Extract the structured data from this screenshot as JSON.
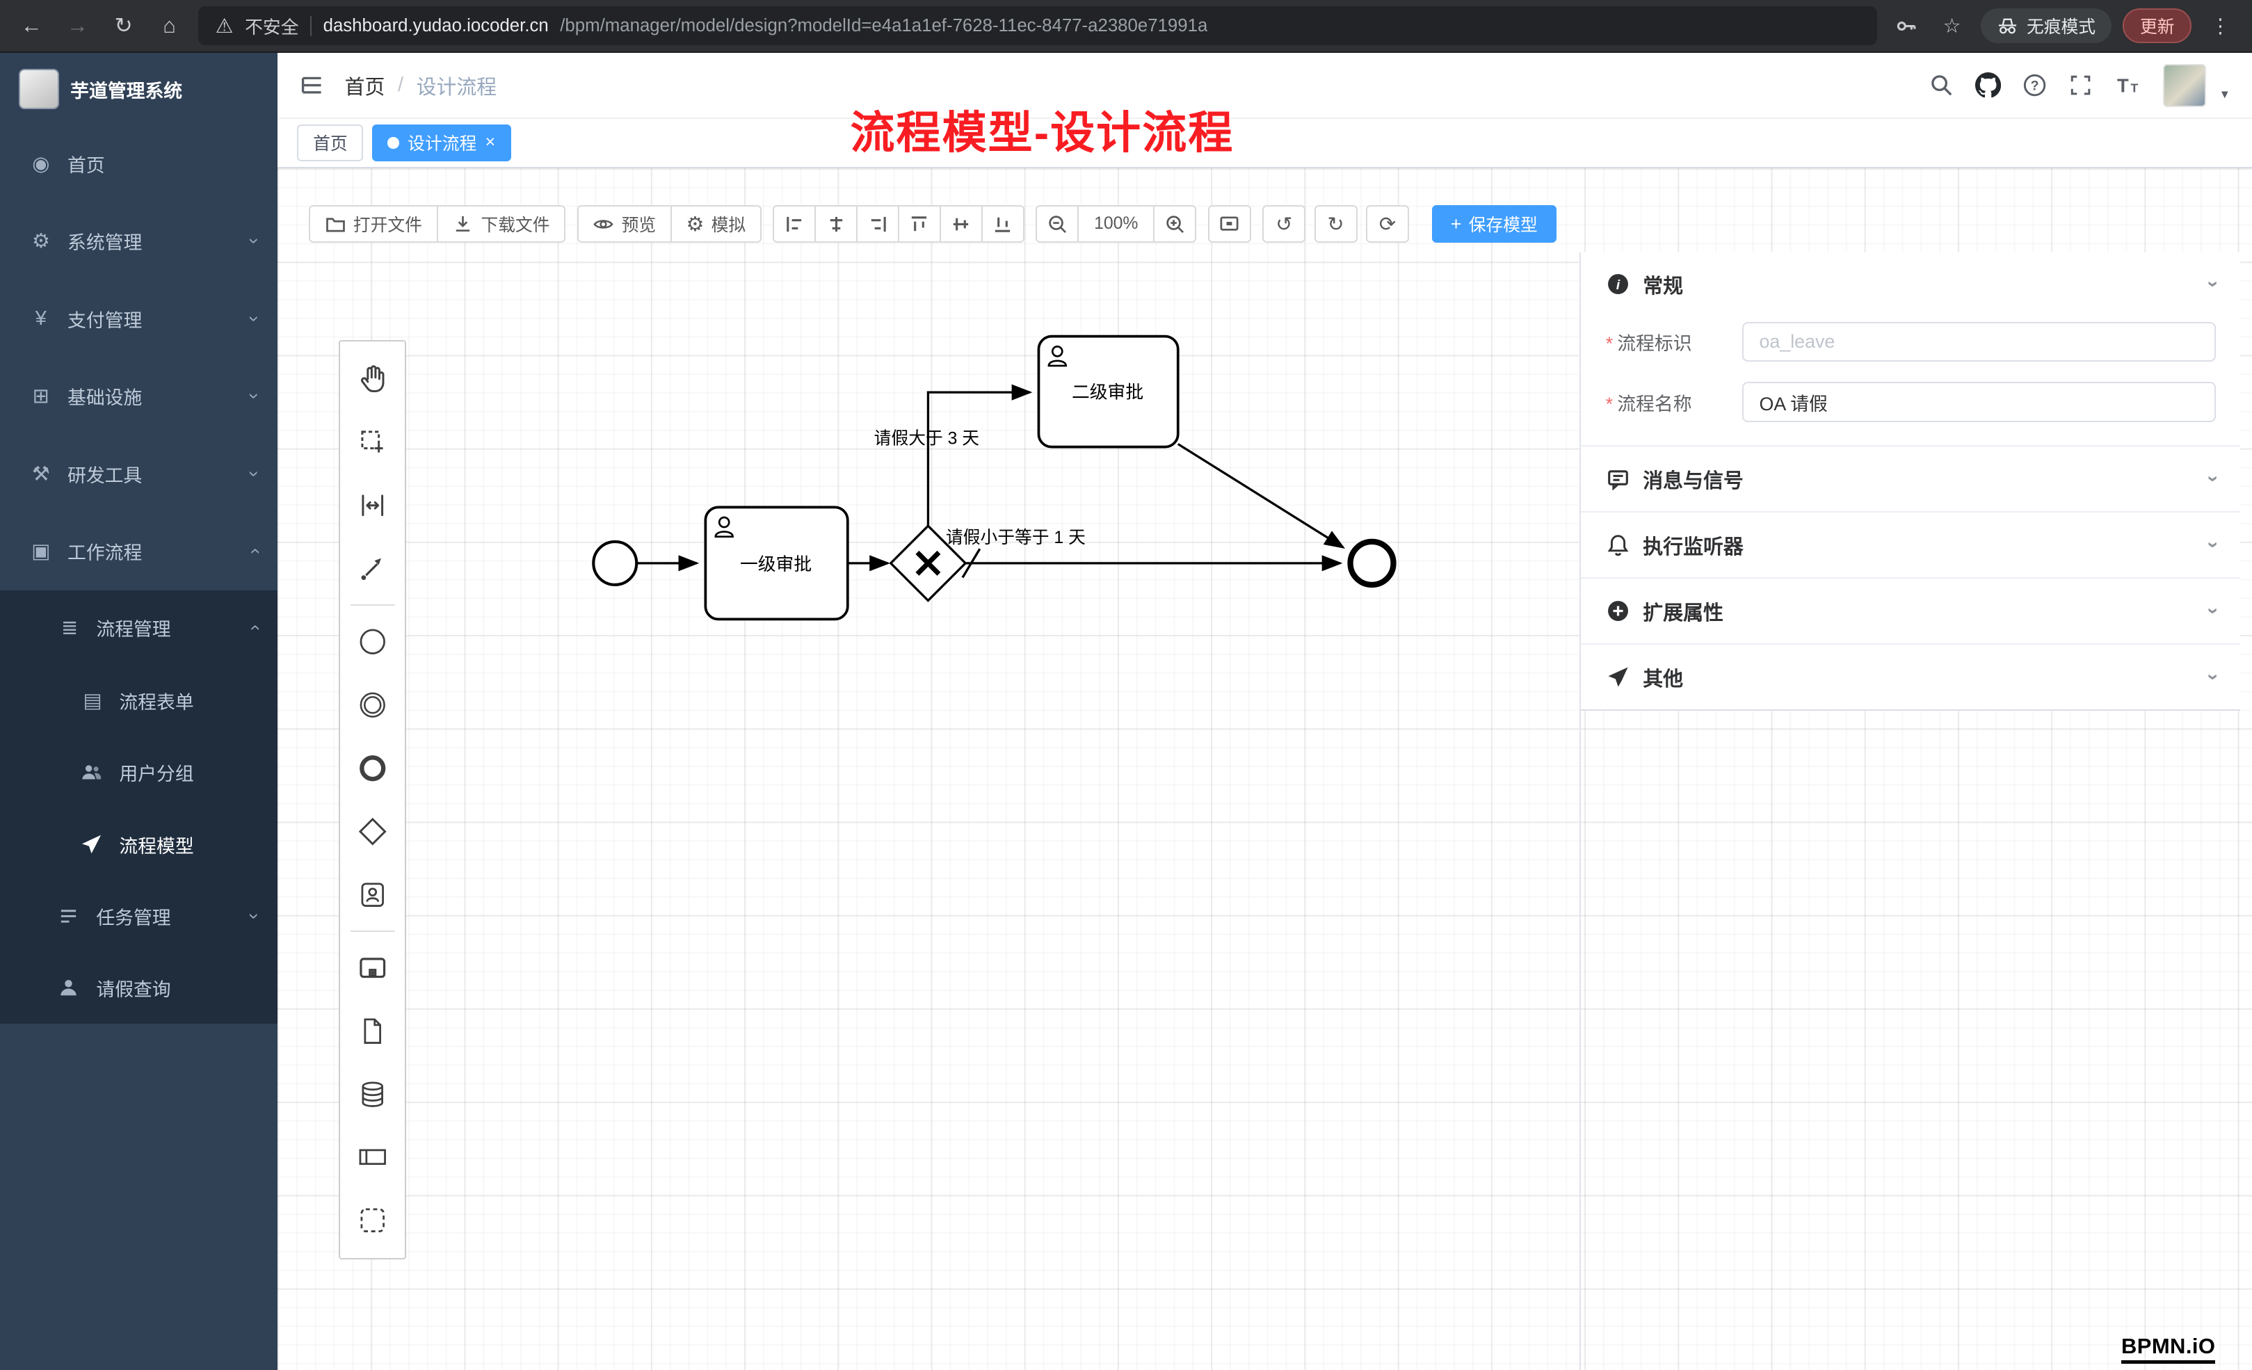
{
  "colors": {
    "accent": "#409eff",
    "sidebar_bg": "#304156",
    "sidebar_sub_bg": "#1f2d3d",
    "annotation": "#f81d22",
    "danger": "#f56c6c"
  },
  "icons": {
    "back": "←",
    "forward": "→",
    "reload": "↻",
    "home": "⌂",
    "warning": "⚠",
    "star": "☆",
    "menu_dots": "⋮",
    "dashboard": "◉",
    "gear": "⚙",
    "yen": "¥",
    "infra": "⊞",
    "tools": "⚒",
    "workflow": "▣",
    "process_mgmt": "≣",
    "form": "▤",
    "undo": "↺",
    "redo": "↻",
    "reset": "⟳",
    "chevron": "›",
    "caret": "▼",
    "close": "×",
    "plus": "+",
    "sim_gear": "⚙"
  },
  "browser": {
    "security_label": "不安全",
    "url_domain": "dashboard.yudao.iocoder.cn",
    "url_path": "/bpm/manager/model/design?modelId=e4a1a1ef-7628-11ec-8477-a2380e71991a",
    "incognito_label": "无痕模式",
    "update_label": "更新"
  },
  "sidebar": {
    "logo_title": "芋道管理系统",
    "items": [
      {
        "label": "首页"
      },
      {
        "label": "系统管理"
      },
      {
        "label": "支付管理"
      },
      {
        "label": "基础设施"
      },
      {
        "label": "研发工具"
      },
      {
        "label": "工作流程"
      }
    ],
    "submenu": {
      "process": {
        "label": "流程管理",
        "children": [
          {
            "label": "流程表单"
          },
          {
            "label": "用户分组"
          },
          {
            "label": "流程模型"
          }
        ]
      },
      "task": {
        "label": "任务管理"
      },
      "leave": {
        "label": "请假查询"
      }
    }
  },
  "header": {
    "breadcrumb_home": "首页",
    "breadcrumb_sep": "/",
    "breadcrumb_current": "设计流程"
  },
  "tabs": [
    {
      "label": "首页"
    },
    {
      "label": "设计流程"
    }
  ],
  "annotation": "流程模型-设计流程",
  "toolbar": {
    "open": "打开文件",
    "download": "下载文件",
    "preview": "预览",
    "simulate": "模拟",
    "zoom": "100%",
    "save": "保存模型"
  },
  "diagram": {
    "task1": "一级审批",
    "task2": "二级审批",
    "cond_gt": "请假大于 3 天",
    "cond_le": "请假小于等于 1 天"
  },
  "panel": {
    "general_title": "常规",
    "field_key_label": "流程标识",
    "field_key_placeholder": "oa_leave",
    "field_name_label": "流程名称",
    "field_name_value": "OA 请假",
    "sections": [
      {
        "label": "消息与信号"
      },
      {
        "label": "执行监听器"
      },
      {
        "label": "扩展属性"
      },
      {
        "label": "其他"
      }
    ]
  },
  "watermark": "BPMN.iO"
}
